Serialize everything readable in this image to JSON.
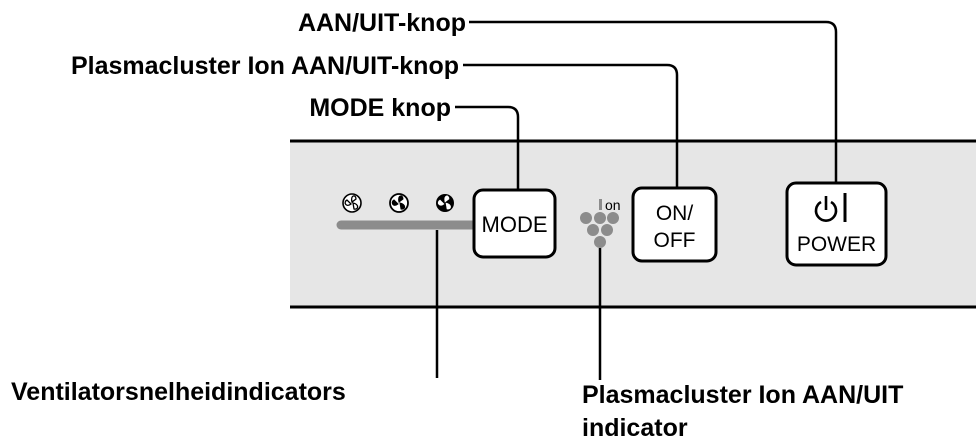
{
  "callouts": {
    "power_knob": "AAN/UIT-knop",
    "ion_knob": "Plasmacluster Ion AAN/UIT-knop",
    "mode_knob": "MODE knop",
    "fan_speed_indicators": "Ventilatorsnelheidindicators",
    "ion_indicator_line1": "Plasmacluster Ion AAN/UIT",
    "ion_indicator_line2": "indicator"
  },
  "buttons": {
    "mode": "MODE",
    "ion_line1": "ON/",
    "ion_line2": "OFF",
    "power": "POWER"
  },
  "indicators": {
    "ion_label": "on"
  },
  "icons": [
    "fan-low-icon",
    "fan-medium-icon",
    "fan-high-icon",
    "ion-cluster-icon",
    "power-symbol-icon"
  ],
  "colors": {
    "panel": "#e6e6e6",
    "panel_edge": "#000000",
    "indicator_bar": "#8c8c8c",
    "ion_dots": "#8c8c8c"
  }
}
